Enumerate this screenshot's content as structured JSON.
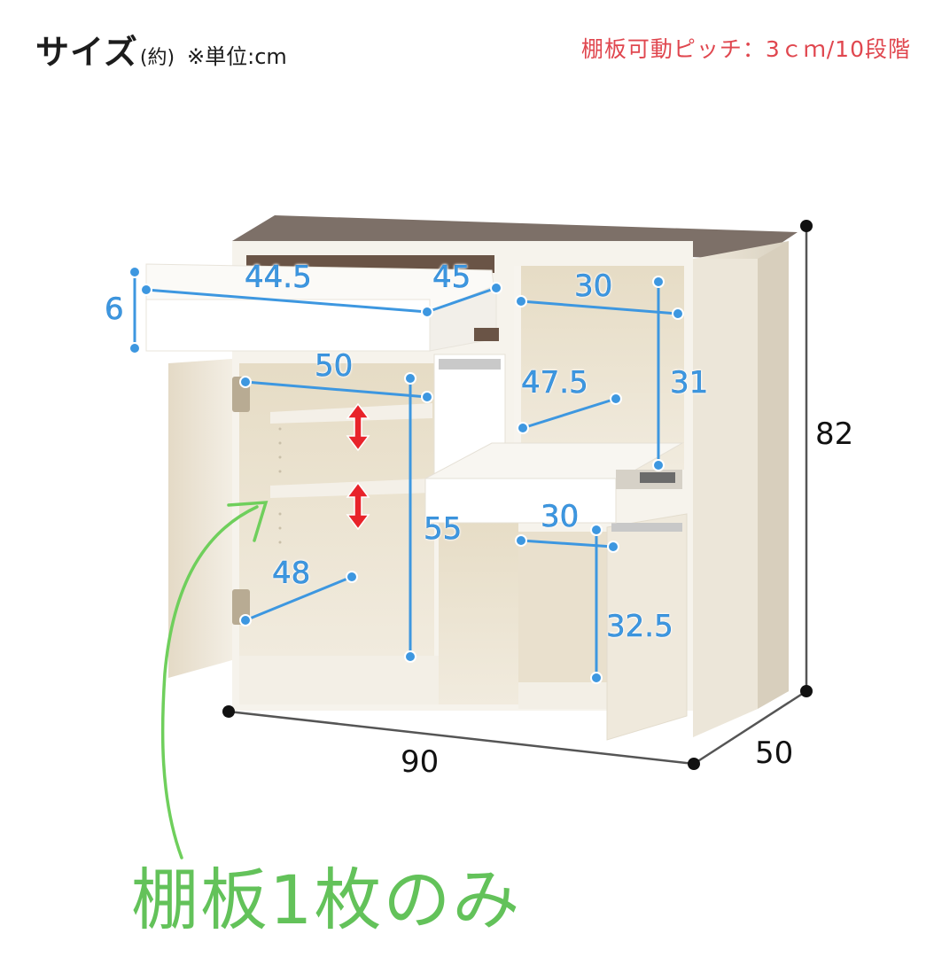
{
  "header": {
    "title": "サイズ",
    "approx": "(約)",
    "unit": "※単位:cm",
    "shelf_pitch": "棚板可動ピッチ：3ｃｍ/10段階"
  },
  "dimensions": {
    "overall_width": "90",
    "overall_depth": "50",
    "overall_height": "82",
    "drawer_height": "6",
    "drawer_width": "44.5",
    "drawer_depth": "45",
    "upper_right_width": "30",
    "upper_right_height": "31",
    "slide_shelf_depth": "47.5",
    "left_cabinet_width": "50",
    "left_cabinet_height": "55",
    "left_cabinet_depth": "48",
    "lower_right_width": "30",
    "lower_right_height": "32.5"
  },
  "annotation": {
    "note": "棚板1枚のみ"
  },
  "colors": {
    "dimension_blue": "#3d97e0",
    "pitch_red": "#e0474f",
    "note_green": "#63c25a",
    "shelf_arrow_red": "#e8232a"
  }
}
